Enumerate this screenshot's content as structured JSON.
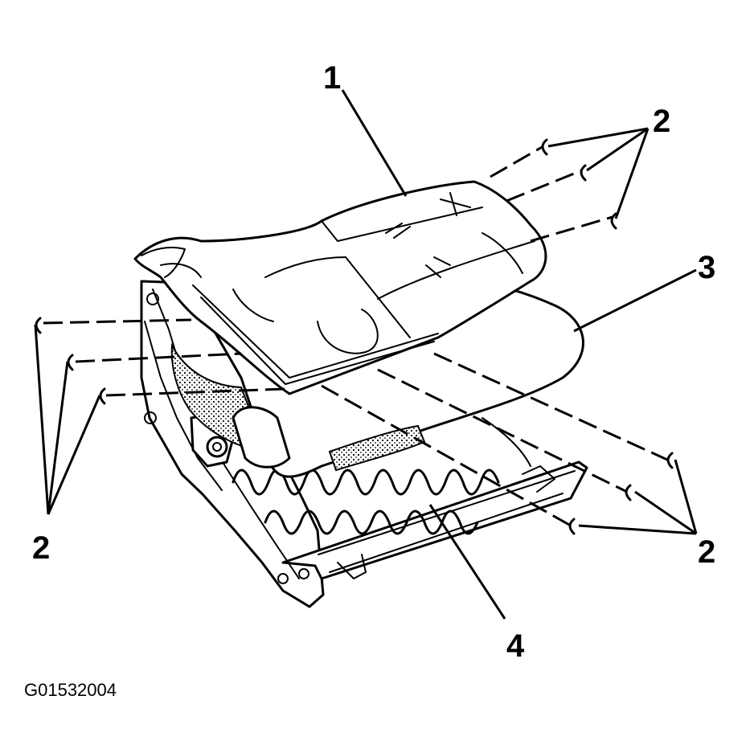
{
  "diagram": {
    "callouts": {
      "c1": "1",
      "c2_top_right": "2",
      "c3": "3",
      "c2_left": "2",
      "c2_bottom_right": "2",
      "c4": "4"
    },
    "figure_id": "G01532004",
    "colors": {
      "ink": "#000000",
      "background": "#ffffff"
    }
  }
}
